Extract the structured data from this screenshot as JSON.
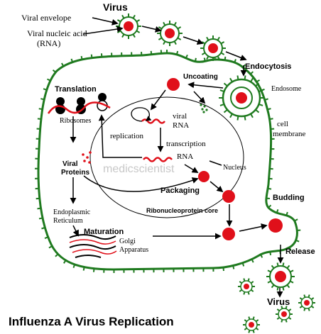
{
  "title": "Influenza A Virus Replication",
  "watermark": "medicscientist",
  "colors": {
    "membrane": "#1f7a1f",
    "virus_core": "#e0101a",
    "rna": "#e0101a",
    "arrow": "#000000"
  },
  "labels": {
    "virus_top": "Virus",
    "viral_envelope": "Viral envelope",
    "viral_nucleic_acid_line1": "Viral nucleic acid",
    "viral_nucleic_acid_line2": "(RNA)",
    "endocytosis": "Endocytosis",
    "endosome": "Endosome",
    "uncoating": "Uncoating",
    "cell_membrane_line1": "cell",
    "cell_membrane_line2": "membrane",
    "translation": "Translation",
    "ribosomes": "Ribosomes",
    "replication": "replication",
    "viral_rna_line1": "viral",
    "viral_rna_line2": "RNA",
    "transcription": "transcription",
    "rna": "RNA",
    "nucleus": "Nucleus",
    "viral_proteins_line1": "Viral",
    "viral_proteins_line2": "Proteins",
    "packaging": "Packaging",
    "ribonucleoprotein_core": "Ribonucleoprotein core",
    "budding": "Budding",
    "endoplasmic_reticulum_line1": "Endoplasmic",
    "endoplasmic_reticulum_line2": "Reticulum",
    "maturation": "Maturation",
    "golgi_line1": "Golgi",
    "golgi_line2": "Apparatus",
    "release": "Release",
    "virus_bottom": "Virus"
  }
}
